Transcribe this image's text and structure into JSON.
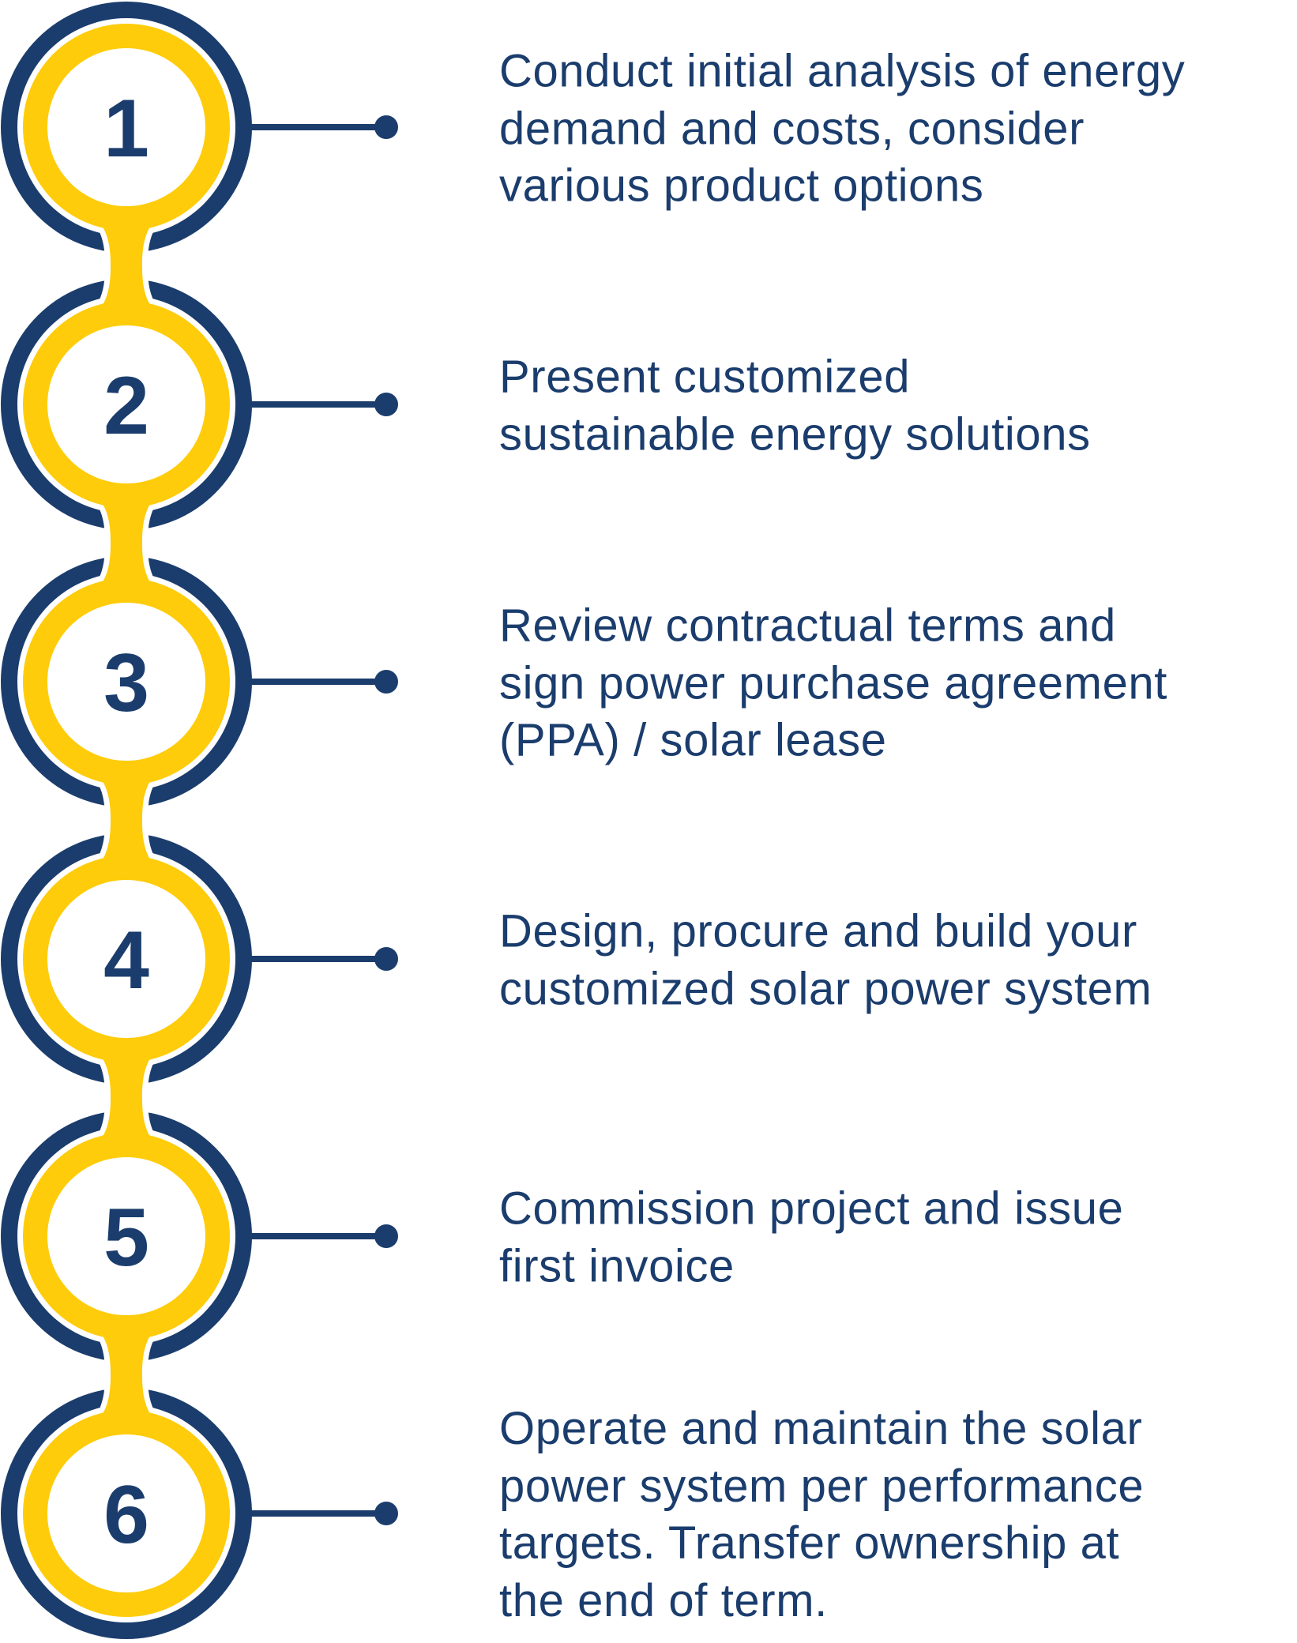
{
  "colors": {
    "navy": "#1b3d6d",
    "yellow": "#fecc0a",
    "background": "#ffffff"
  },
  "steps": [
    {
      "number": "1",
      "lines": [
        "Conduct initial analysis of energy",
        "demand and costs, consider",
        "various product options"
      ]
    },
    {
      "number": "2",
      "lines": [
        "Present customized",
        "sustainable energy solutions"
      ]
    },
    {
      "number": "3",
      "lines": [
        "Review contractual terms and",
        "sign power purchase agreement",
        "(PPA) / solar lease"
      ]
    },
    {
      "number": "4",
      "lines": [
        "Design, procure and build your",
        "customized solar power system"
      ]
    },
    {
      "number": "5",
      "lines": [
        "Commission project and issue",
        "first invoice"
      ]
    },
    {
      "number": "6",
      "lines": [
        "Operate and maintain the solar",
        "power system per performance",
        "targets. Transfer ownership at",
        "the end of term."
      ]
    }
  ]
}
